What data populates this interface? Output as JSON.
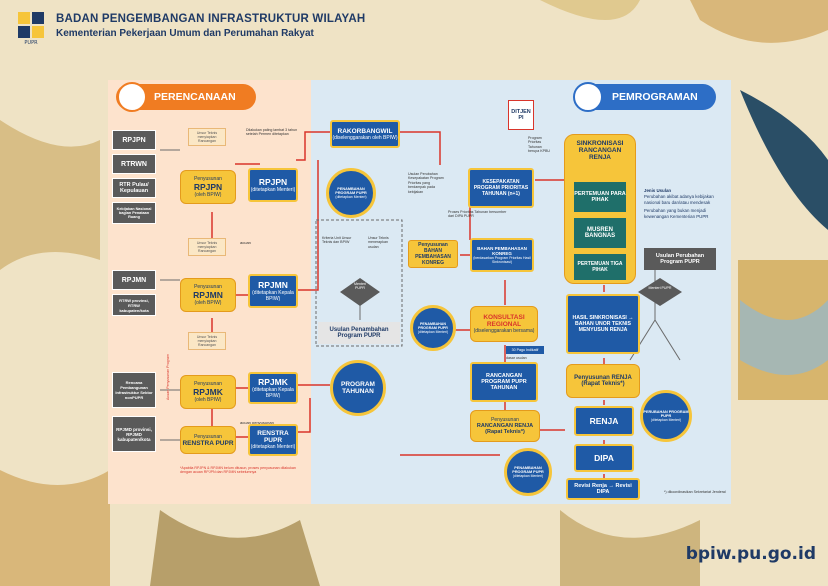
{
  "header": {
    "org_title": "BADAN PENGEMBANGAN INFRASTRUKTUR WILAYAH",
    "org_subtitle": "Kementerian Pekerjaan Umum dan Perumahan Rakyat",
    "logo_text": "PUPR"
  },
  "footer": {
    "url": "bpiw.pu.go.id"
  },
  "colors": {
    "navy": "#1f3a66",
    "orange": "#f07c22",
    "blue": "#2d6ec6",
    "yellow": "#f6c53a",
    "red": "#d9352b",
    "grey": "#5a5a5a"
  },
  "sections": {
    "left": "PERENCANAAN",
    "right": "PEMROGRAMAN"
  },
  "inputs": {
    "rpjpn": "RPJPN",
    "rtrwn": "RTRWN",
    "rtr_pulau": "RTR Pulau/ Kepulauan",
    "kebijakan": "Kebijakan Nasional bagian Penataan Ruang",
    "rpjmn": "RPJMN",
    "rtrw_provinsi": "RTRW provinsi, RTRW kabupaten/kota",
    "rencana_pembangunan": "Rencana Pembangunan Infrastruktur Sektor nonPUPR",
    "rpjmd": "RPJMD provinsi, RPJMD kabupaten/kota"
  },
  "perencanaan": {
    "rpjpn": {
      "prefix": "Penyusunan",
      "title": "RPJPN",
      "by": "(oleh BPIW)",
      "out": "RPJPN",
      "out_note": "(ditetapkan Menteri)"
    },
    "rpjmn": {
      "prefix": "Penyusunan",
      "title": "RPJMN",
      "by": "(oleh BPIW)",
      "out": "RPJMN",
      "out_note": "(ditetapkan Kepala BPIW)"
    },
    "rpjmk": {
      "prefix": "Penyusunan",
      "title": "RPJMK",
      "by": "(oleh BPIW)",
      "out": "RPJMK",
      "out_note": "(ditetapkan Kepala BPIW)"
    },
    "renstra": {
      "prefix": "Penyusunan",
      "title": "RENSTRA PUPR",
      "out": "RENSTRA PUPR",
      "out_note": "(ditetapkan Menteri)"
    },
    "cream_note": "Unsur Teknis menyiapkan Rancangan",
    "side_note": "Dilakukan paling lambat 3 tahun setelah Permen ditetapkan",
    "arrow_note_rpjmn": "acuan",
    "arrow_note_rpjmk": "acuan penyusunan",
    "footnote": "*Apabila RPJPN & RPJMN belum ditusun, proses penyusunan dilakukan dengan acuan RPJPN dan RPJMN sebelumnya",
    "vertical_note": "Acuan Penyusunan Program"
  },
  "pemrograman": {
    "rakorbangwil": {
      "title": "RAKORBANGWIL",
      "note": "(diselenggarakan oleh BPIW)"
    },
    "dirjen": {
      "title": "DITJEN PI"
    },
    "dirjen_note": "Program Prioritas Tahunan berupa KPBU",
    "penambahan_top": {
      "title": "PENAMBAHAN PROGRAM PUPR",
      "note": "(ditetapkan Menteri)"
    },
    "kesepakatan": {
      "title": "KESEPAKATAN PROGRAM PRIORITAS TAHUNAN (n+1)"
    },
    "kesepakatan_note": "Usulan Perubahan Kesepakatan Program Prioritas yang berdampak pada kebijakan",
    "proses_note": "Proses Prioritas Tahunan bersumber dari DIPA PUPR",
    "bahan_pembahasan": {
      "title": "Penyusunan BAHAN PEMBAHASAN KONREG"
    },
    "bahan_konreg": {
      "title": "BAHAN PEMBAHASAN KONREG"
    },
    "bahan_konreg_note": "(berdasarkan Program Prioritas Hasil Sinkronisasi)",
    "konsultasi": {
      "title": "KONSULTASI REGIONAL",
      "note": "(diselenggarakan bersama)"
    },
    "penambahan_mid": {
      "title": "PENAMBAHAN PROGRAM PUPR",
      "note": "(ditetapkan Menteri)"
    },
    "program_tahunan": {
      "title": "PROGRAM TAHUNAN"
    },
    "rancangan_program": {
      "title": "RANCANGAN PROGRAM PUPR TAHUNAN"
    },
    "pagu_note": "30 Pagu Indikatif",
    "acuan_note": "dasar usulan",
    "rancangan_renja": {
      "prefix": "Penyusunan",
      "title": "RANCANGAN RENJA (Rapat Teknis*)"
    },
    "penambahan_low": {
      "title": "PENAMBAHAN PROGRAM PUPR",
      "note": "(ditetapkan Menteri)"
    },
    "usulan_penambahan": {
      "title": "Usulan Penambahan Program PUPR"
    },
    "menteri_pupr": "Menteri PUPR",
    "kriteria_note": "Kriteria Unit Unsur Teknis dan BPIW",
    "dapat_note": "Unsur Teknis menerapkan usulan",
    "sinkronisasi": {
      "title": "SINKRONISASI RANCANGAN RENJA"
    },
    "pertemuan_para_pihak": "PERTEMUAN PARA PIHAK",
    "musren_bangnas": "MUSREN BANGNAS",
    "pertemuan_tiga_pihak": "PERTEMUAN TIGA PIHAK",
    "hasil_sinkronisasi": {
      "title": "HASIL SINKRONISASI → BAHAN UNOR TEKNIS MENYUSUN RENJA"
    },
    "penyusunan_renja": {
      "title": "Penyusunan RENJA (Rapat Teknis*)"
    },
    "renja": "RENJA",
    "dipa": "DIPA",
    "revisi": {
      "title": "Revisi Renja → Revisi DIPA"
    },
    "jenis_usulan": "Jenis Usulan",
    "usulan_a": "Perubahan akibat adanya kebijakan nasional baru dan/atau mendesak",
    "usulan_b": "Perubahan yang bukan menjadi kewenangan Kementerian PUPR",
    "usulan_perubahan": {
      "title": "Usulan Perubahan Program PUPR"
    },
    "perubahan": {
      "title": "PERUBAHAN PROGRAM PUPR",
      "note": "(ditetapkan Menteri)"
    },
    "footnote": "*) dikoordinasikan Sekretariat Jenderal"
  }
}
